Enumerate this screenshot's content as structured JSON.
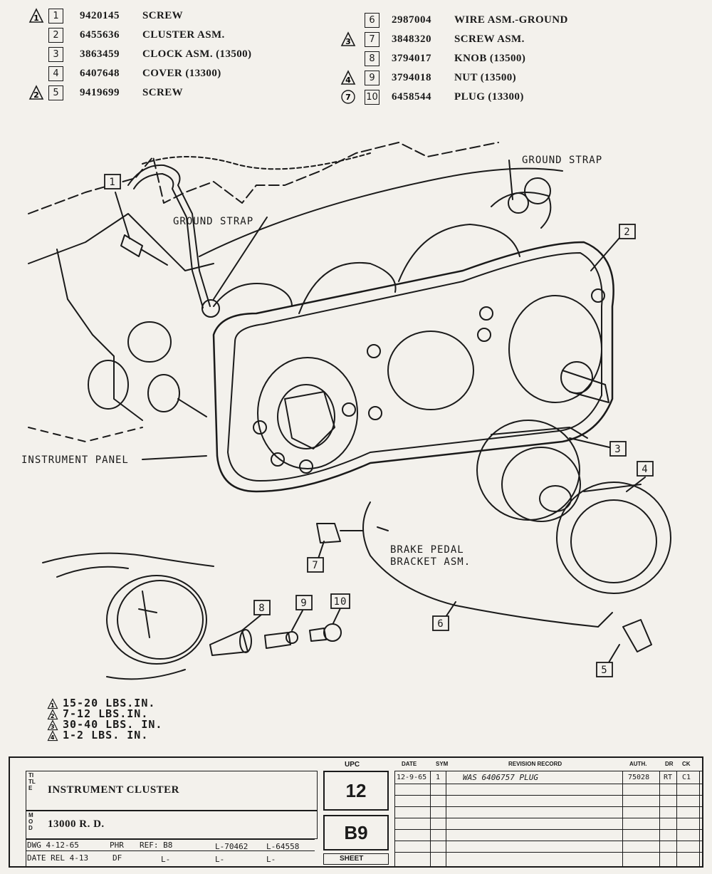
{
  "parts_left": [
    {
      "marker": "1",
      "num": "1",
      "pn": "9420145",
      "desc": "SCREW"
    },
    {
      "marker": "",
      "num": "2",
      "pn": "6455636",
      "desc": "CLUSTER ASM."
    },
    {
      "marker": "",
      "num": "3",
      "pn": "3863459",
      "desc": "CLOCK ASM. (13500)"
    },
    {
      "marker": "",
      "num": "4",
      "pn": "6407648",
      "desc": "COVER (13300)"
    },
    {
      "marker": "2",
      "num": "5",
      "pn": "9419699",
      "desc": "SCREW"
    }
  ],
  "parts_right": [
    {
      "marker": "",
      "num": "6",
      "pn": "2987004",
      "desc": "WIRE ASM.-GROUND"
    },
    {
      "marker": "3",
      "num": "7",
      "pn": "3848320",
      "desc": "SCREW ASM."
    },
    {
      "marker": "",
      "num": "8",
      "pn": "3794017",
      "desc": "KNOB (13500)"
    },
    {
      "marker": "4",
      "num": "9",
      "pn": "3794018",
      "desc": "NUT (13500)"
    },
    {
      "marker": "7",
      "num": "10",
      "pn": "6458544",
      "desc": "PLUG (13300)"
    }
  ],
  "callouts": {
    "ground_strap_top": "GROUND STRAP",
    "ground_strap_left": "GROUND STRAP",
    "instrument_panel": "INSTRUMENT PANEL",
    "brake_pedal": "BRAKE PEDAL",
    "bracket_asm": "BRACKET ASM.",
    "labels": [
      "1",
      "2",
      "3",
      "4",
      "5",
      "6",
      "7",
      "8",
      "9",
      "10"
    ]
  },
  "torque_notes": [
    {
      "marker": "1",
      "text": "15-20 LBS.IN."
    },
    {
      "marker": "2",
      "text": "7-12 LBS.IN."
    },
    {
      "marker": "3",
      "text": "30-40 LBS. IN."
    },
    {
      "marker": "4",
      "text": "1-2 LBS. IN."
    }
  ],
  "title_block": {
    "title_label": "TITLE",
    "title": "INSTRUMENT CLUSTER",
    "mod_label": "MOD",
    "mod": "13000 R. D.",
    "upc_label": "UPC",
    "upc": "12",
    "group": "B9",
    "sheet_label": "SHEET",
    "dwg": "DWG 4-12-65",
    "dwg_initials": "PHR",
    "ref": "REF: B8",
    "ref_l1": "L-70462",
    "ref_l2": "L-64558",
    "date": "DATE REL 4-13",
    "date_initials": "DF",
    "l_a": "L-",
    "l_b": "L-",
    "l_c": "L-",
    "rev_headers": {
      "date": "DATE",
      "sym": "SYM",
      "record": "REVISION RECORD",
      "auth": "AUTH.",
      "dr": "DR",
      "ck": "CK"
    },
    "revisions": [
      {
        "date": "12-9-65",
        "sym": "1",
        "record": "WAS 6406757 PLUG",
        "auth": "75028",
        "dr": "RT",
        "ck": "C1"
      }
    ]
  }
}
